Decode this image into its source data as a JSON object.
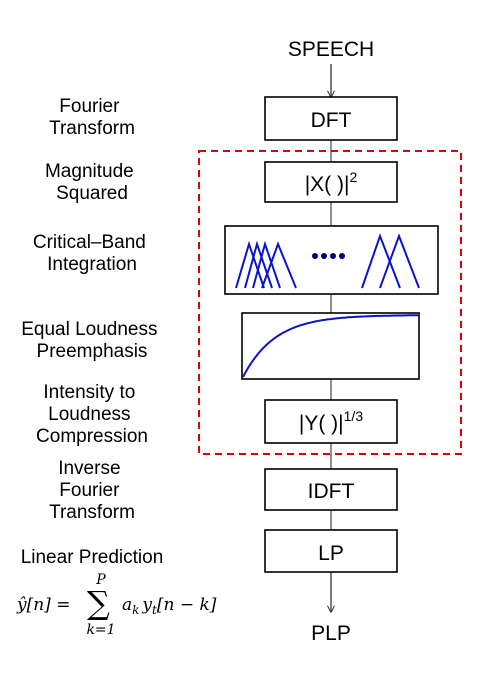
{
  "input_label": "SPEECH",
  "output_label": "PLP",
  "dashed_color": "#e00000",
  "curve_color": "#0a14c8",
  "dot_color": "#000070",
  "stages": {
    "dft": {
      "box": "DFT",
      "label": [
        "Fourier",
        "Transform"
      ]
    },
    "mag": {
      "box_main": "|X( )|",
      "box_sup": "2",
      "label": [
        "Magnitude",
        "Squared"
      ]
    },
    "cb": {
      "label": [
        "Critical–Band",
        "Integration"
      ]
    },
    "eq": {
      "label": [
        "Equal Loudness",
        "Preemphasis"
      ]
    },
    "comp": {
      "box_main": "|Y( )|",
      "box_sup": "1/3",
      "label": [
        "Intensity to",
        "Loudness",
        "Compression"
      ]
    },
    "idft": {
      "box": "IDFT",
      "label": [
        "Inverse",
        "Fourier",
        "Transform"
      ]
    },
    "lp": {
      "box": "LP",
      "label": [
        "Linear Prediction"
      ]
    }
  },
  "formula": {
    "lhs": "ŷ[n] =",
    "sigma": "∑",
    "upper": "P",
    "lower": "k=1",
    "body_a": "a",
    "body_a_sub": "k",
    "body_y": "y",
    "body_y_sub": "t",
    "body_arg": "[n − k]"
  }
}
